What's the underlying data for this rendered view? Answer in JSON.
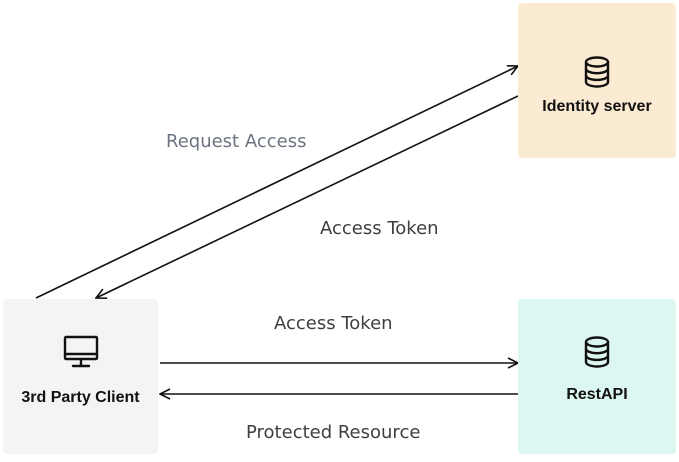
{
  "nodes": {
    "identity": {
      "label": "Identity server",
      "icon": "database-icon",
      "color": "#fcebd3"
    },
    "restapi": {
      "label": "RestAPI",
      "icon": "database-icon",
      "color": "#dcf7f1"
    },
    "client": {
      "label": "3rd Party Client",
      "icon": "monitor-icon",
      "color": "#f4f4f4"
    }
  },
  "edges": {
    "request_access": "Request Access",
    "access_token_return": "Access Token",
    "access_token_send": "Access Token",
    "protected_resource": "Protected Resource"
  }
}
